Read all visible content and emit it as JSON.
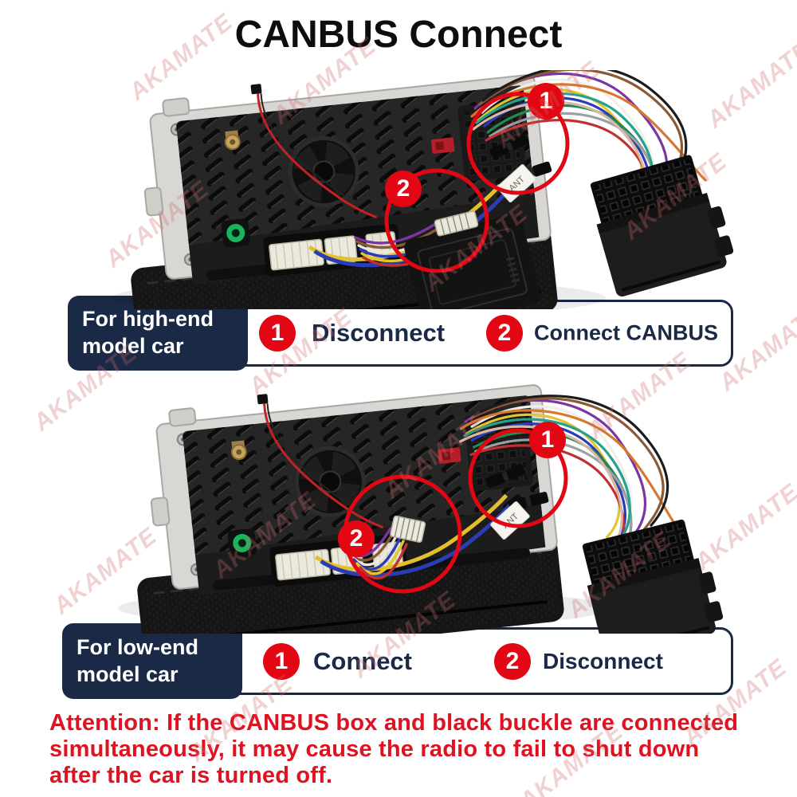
{
  "title": "CANBUS Connect",
  "watermark": {
    "text": "AKAMATE",
    "color": "#cd6969"
  },
  "markers": {
    "m1": "1",
    "m2": "2"
  },
  "photos": {
    "ant_label": "ANT"
  },
  "instructions": [
    {
      "model_line1": "For high-end",
      "model_line2": "model car",
      "steps": [
        {
          "num": "1",
          "label": "Disconnect"
        },
        {
          "num": "2",
          "label": "Connect CANBUS"
        }
      ]
    },
    {
      "model_line1": "For low-end",
      "model_line2": "model car",
      "steps": [
        {
          "num": "1",
          "label": "Connect"
        },
        {
          "num": "2",
          "label": "Disconnect"
        }
      ]
    }
  ],
  "attention": {
    "line1": "Attention: If the CANBUS box and black buckle are connected",
    "line2": "simultaneously, it may cause the radio to fail to shut down",
    "line3": "after the car is turned off."
  },
  "colors": {
    "accent_red": "#e30613",
    "navy": "#1a2946",
    "attention_red": "#de1220"
  }
}
